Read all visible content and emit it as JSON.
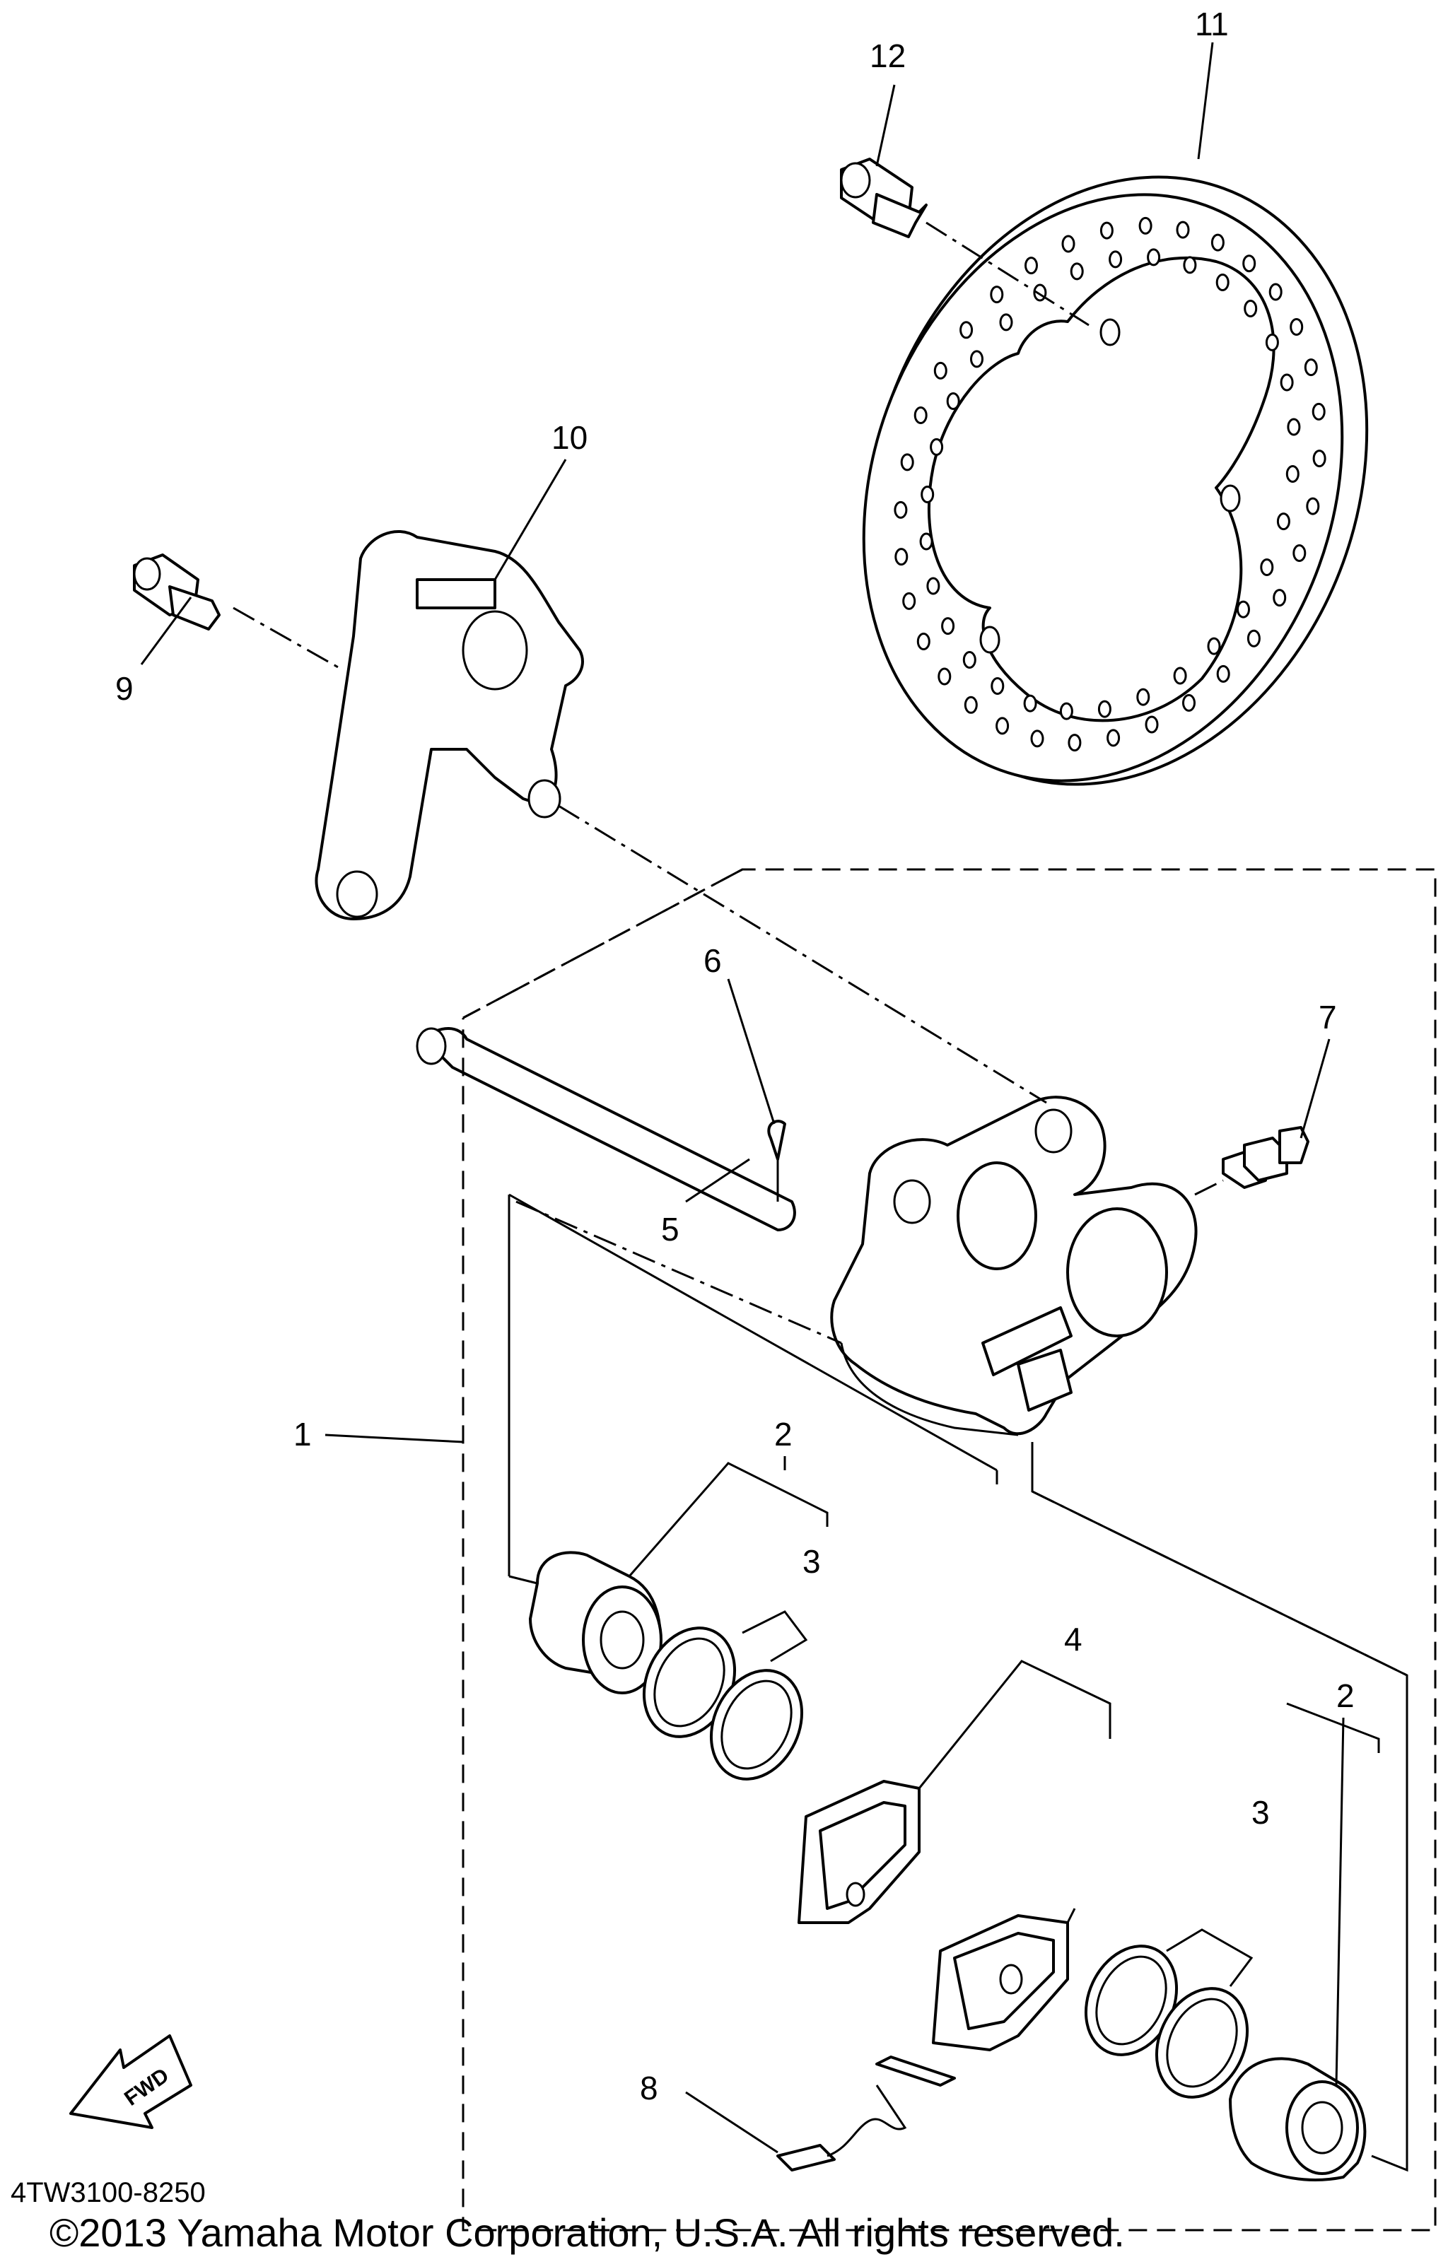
{
  "callouts": {
    "c1": "1",
    "c2a": "2",
    "c2b": "2",
    "c3a": "3",
    "c3b": "3",
    "c4": "4",
    "c5": "5",
    "c6": "6",
    "c7": "7",
    "c8": "8",
    "c9": "9",
    "c10": "10",
    "c11": "11",
    "c12": "12"
  },
  "fwd_badge": "FWD",
  "diagram_code": "4TW3100-8250",
  "copyright": "©2013 Yamaha Motor Corporation, U.S.A. All rights reserved."
}
